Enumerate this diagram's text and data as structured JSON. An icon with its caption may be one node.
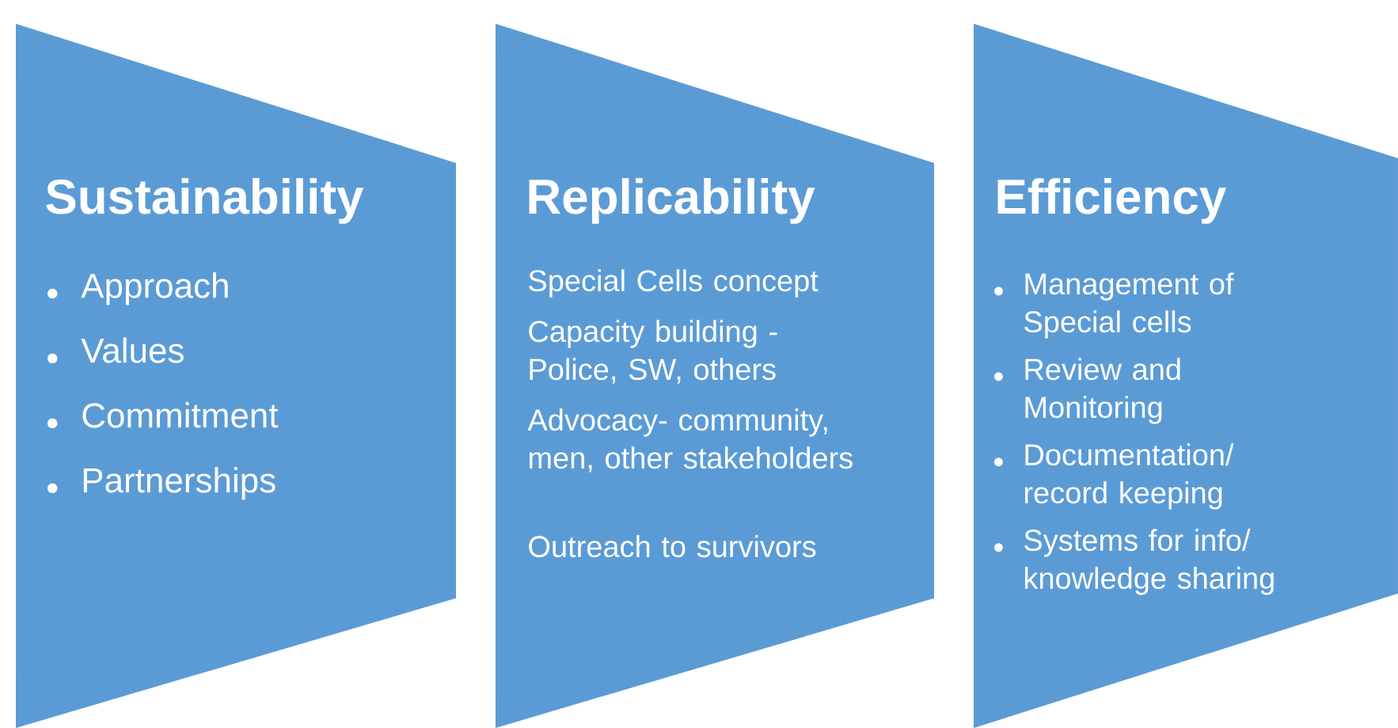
{
  "diagram": {
    "nodes": [
      {
        "text": [
          "Sustainability",
          "Approach",
          "Values",
          "Commitment",
          "Partnerships"
        ]
      },
      {
        "text": [
          "Replicability",
          "Special Cells concept",
          "Capacity building - Police,  SW, others",
          "Advocacy- community, men, other stakeholders",
          "Outreach to survivors"
        ]
      },
      {
        "text": [
          "Efficiency",
          "Management of Special cells",
          "Review and Monitoring",
          "Documentation/ record keeping",
          "Systems for info/ knowledge sharing"
        ]
      }
    ]
  }
}
